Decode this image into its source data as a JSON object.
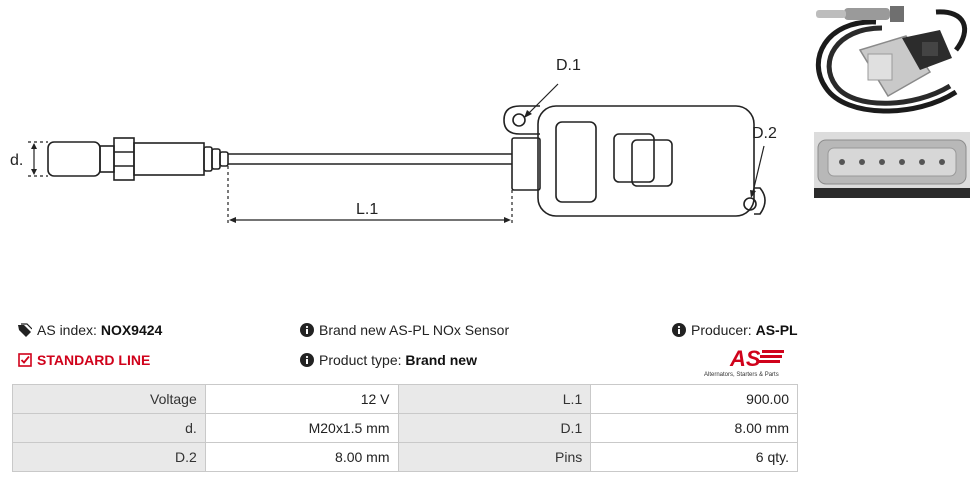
{
  "drawing": {
    "label_d": "d.",
    "label_L1": "L.1",
    "label_D1": "D.1",
    "label_D2": "D.2"
  },
  "info": {
    "as_index_label": "AS index:",
    "as_index_value": "NOX9424",
    "standard_line": "STANDARD LINE",
    "description": "Brand new AS-PL NOx Sensor",
    "product_type_label": "Product type:",
    "product_type_value": "Brand new",
    "producer_label": "Producer:",
    "producer_value": "AS-PL",
    "logo_text": "AS",
    "logo_tagline": "Alternators, Starters & Parts"
  },
  "specs": [
    {
      "k1": "Voltage",
      "v1": "12 V",
      "k2": "L.1",
      "v2": "900.00"
    },
    {
      "k1": "d.",
      "v1": "M20x1.5 mm",
      "k2": "D.1",
      "v2": "8.00 mm"
    },
    {
      "k1": "D.2",
      "v1": "8.00 mm",
      "k2": "Pins",
      "v2": "6 qty."
    }
  ],
  "colors": {
    "accent_red": "#d0021b",
    "cell_key_bg": "#e9e9e9",
    "border": "#c9c9c9"
  }
}
